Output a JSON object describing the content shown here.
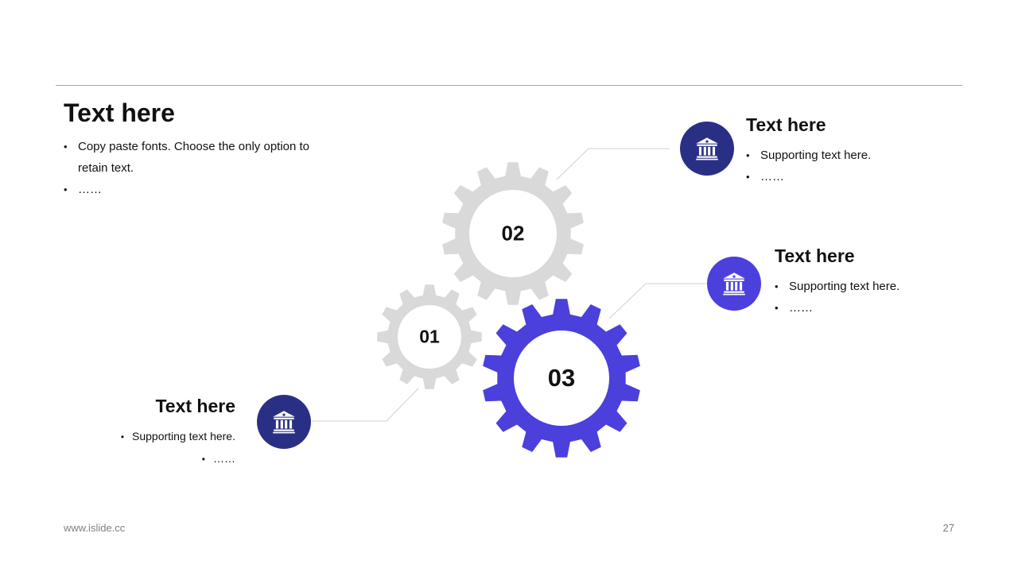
{
  "header": {
    "title": "Text here",
    "bullets": [
      "Copy paste fonts. Choose the only option to retain text.",
      "……"
    ]
  },
  "gears": [
    {
      "label": "01",
      "color": "#d9d9d9"
    },
    {
      "label": "02",
      "color": "#d9d9d9"
    },
    {
      "label": "03",
      "color": "#4b40dc"
    }
  ],
  "callouts": {
    "top_right": {
      "title": "Text here",
      "bullets": [
        "Supporting text here.",
        "……"
      ],
      "icon": "bank-icon",
      "icon_color": "#2a2f86"
    },
    "mid_right": {
      "title": "Text here",
      "bullets": [
        "Supporting text here.",
        "……"
      ],
      "icon": "bank-icon",
      "icon_color": "#4b40dc"
    },
    "bottom_left": {
      "title": "Text here",
      "bullets": [
        "Supporting text here.",
        "……"
      ],
      "icon": "bank-icon",
      "icon_color": "#2a2f86"
    }
  },
  "footer": {
    "url": "www.islide.cc",
    "page": "27"
  }
}
